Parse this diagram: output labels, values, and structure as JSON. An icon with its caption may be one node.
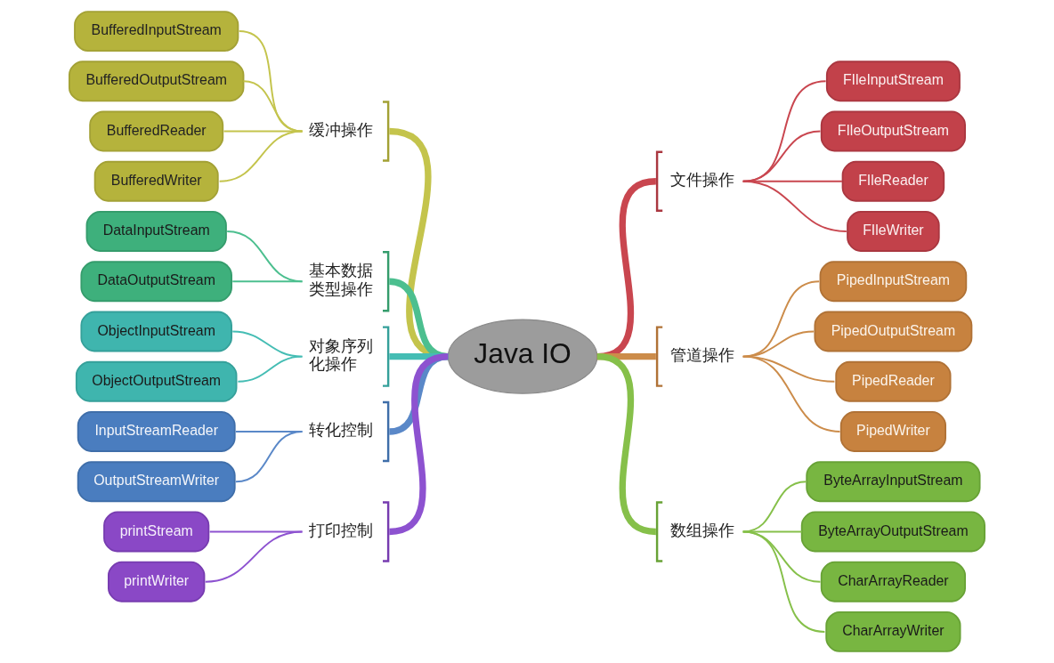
{
  "diagram": {
    "nodes": [
      {
        "text": [
          "Java IO"
        ]
      },
      {
        "text": [
          "缓冲操作"
        ]
      },
      {
        "text": [
          "BufferedInputStream"
        ]
      },
      {
        "text": [
          "BufferedOutputStream"
        ]
      },
      {
        "text": [
          "BufferedReader"
        ]
      },
      {
        "text": [
          "BufferedWriter"
        ]
      },
      {
        "text": [
          "基本数据类型操作"
        ]
      },
      {
        "text": [
          "DataInputStream"
        ]
      },
      {
        "text": [
          "DataOutputStream"
        ]
      },
      {
        "text": [
          "对象序列化操作"
        ]
      },
      {
        "text": [
          "ObjectInputStream"
        ]
      },
      {
        "text": [
          "ObjectOutputStream"
        ]
      },
      {
        "text": [
          "转化控制"
        ]
      },
      {
        "text": [
          "InputStreamReader"
        ]
      },
      {
        "text": [
          "OutputStreamWriter"
        ]
      },
      {
        "text": [
          "打印控制"
        ]
      },
      {
        "text": [
          "printStream"
        ]
      },
      {
        "text": [
          "printWriter"
        ]
      },
      {
        "text": [
          "文件操作"
        ]
      },
      {
        "text": [
          "FIleInputStream"
        ]
      },
      {
        "text": [
          "FIleOutputStream"
        ]
      },
      {
        "text": [
          "FIleReader"
        ]
      },
      {
        "text": [
          "FIleWriter"
        ]
      },
      {
        "text": [
          "管道操作"
        ]
      },
      {
        "text": [
          "PipedInputStream"
        ]
      },
      {
        "text": [
          "PipedOutputStream"
        ]
      },
      {
        "text": [
          "PipedReader"
        ]
      },
      {
        "text": [
          "PipedWriter"
        ]
      },
      {
        "text": [
          "数组操作"
        ]
      },
      {
        "text": [
          "ByteArrayInputStream"
        ]
      },
      {
        "text": [
          "ByteArrayOutputStream"
        ]
      },
      {
        "text": [
          "CharArrayReader"
        ]
      },
      {
        "text": [
          "CharArrayWriter"
        ]
      }
    ],
    "edges": [
      {
        "from": 0,
        "to": 1,
        "arrow": "none",
        "style": "thick",
        "color": "#c4c44c"
      },
      {
        "from": 1,
        "to": 2,
        "arrow": "none",
        "color": "#c4c44c"
      },
      {
        "from": 1,
        "to": 3,
        "arrow": "none",
        "color": "#c4c44c"
      },
      {
        "from": 1,
        "to": 4,
        "arrow": "none",
        "color": "#c4c44c"
      },
      {
        "from": 1,
        "to": 5,
        "arrow": "none",
        "color": "#c4c44c"
      },
      {
        "from": 0,
        "to": 6,
        "arrow": "none",
        "style": "thick",
        "color": "#4cbf8f"
      },
      {
        "from": 6,
        "to": 7,
        "arrow": "none",
        "color": "#4cbf8f"
      },
      {
        "from": 6,
        "to": 8,
        "arrow": "none",
        "color": "#4cbf8f"
      },
      {
        "from": 0,
        "to": 9,
        "arrow": "none",
        "style": "thick",
        "color": "#45bdb4"
      },
      {
        "from": 9,
        "to": 10,
        "arrow": "none",
        "color": "#45bdb4"
      },
      {
        "from": 9,
        "to": 11,
        "arrow": "none",
        "color": "#45bdb4"
      },
      {
        "from": 0,
        "to": 12,
        "arrow": "none",
        "style": "thick",
        "color": "#5a88c8"
      },
      {
        "from": 12,
        "to": 13,
        "arrow": "none",
        "color": "#5a88c8"
      },
      {
        "from": 12,
        "to": 14,
        "arrow": "none",
        "color": "#5a88c8"
      },
      {
        "from": 0,
        "to": 15,
        "arrow": "none",
        "style": "thick",
        "color": "#8d52d0"
      },
      {
        "from": 15,
        "to": 16,
        "arrow": "none",
        "color": "#8d52d0"
      },
      {
        "from": 15,
        "to": 17,
        "arrow": "none",
        "color": "#8d52d0"
      },
      {
        "from": 0,
        "to": 18,
        "arrow": "none",
        "style": "thick",
        "color": "#c9464f"
      },
      {
        "from": 18,
        "to": 19,
        "arrow": "none",
        "color": "#c9464f"
      },
      {
        "from": 18,
        "to": 20,
        "arrow": "none",
        "color": "#c9464f"
      },
      {
        "from": 18,
        "to": 21,
        "arrow": "none",
        "color": "#c9464f"
      },
      {
        "from": 18,
        "to": 22,
        "arrow": "none",
        "color": "#c9464f"
      },
      {
        "from": 0,
        "to": 23,
        "arrow": "none",
        "style": "thick",
        "color": "#cc8c4a"
      },
      {
        "from": 23,
        "to": 24,
        "arrow": "none",
        "color": "#cc8c4a"
      },
      {
        "from": 23,
        "to": 25,
        "arrow": "none",
        "color": "#cc8c4a"
      },
      {
        "from": 23,
        "to": 26,
        "arrow": "none",
        "color": "#cc8c4a"
      },
      {
        "from": 23,
        "to": 27,
        "arrow": "none",
        "color": "#cc8c4a"
      },
      {
        "from": 0,
        "to": 28,
        "arrow": "none",
        "style": "thick",
        "color": "#86c04a"
      },
      {
        "from": 28,
        "to": 29,
        "arrow": "none",
        "color": "#86c04a"
      },
      {
        "from": 28,
        "to": 30,
        "arrow": "none",
        "color": "#86c04a"
      },
      {
        "from": 28,
        "to": 31,
        "arrow": "none",
        "color": "#86c04a"
      },
      {
        "from": 28,
        "to": 32,
        "arrow": "none",
        "color": "#86c04a"
      }
    ]
  }
}
